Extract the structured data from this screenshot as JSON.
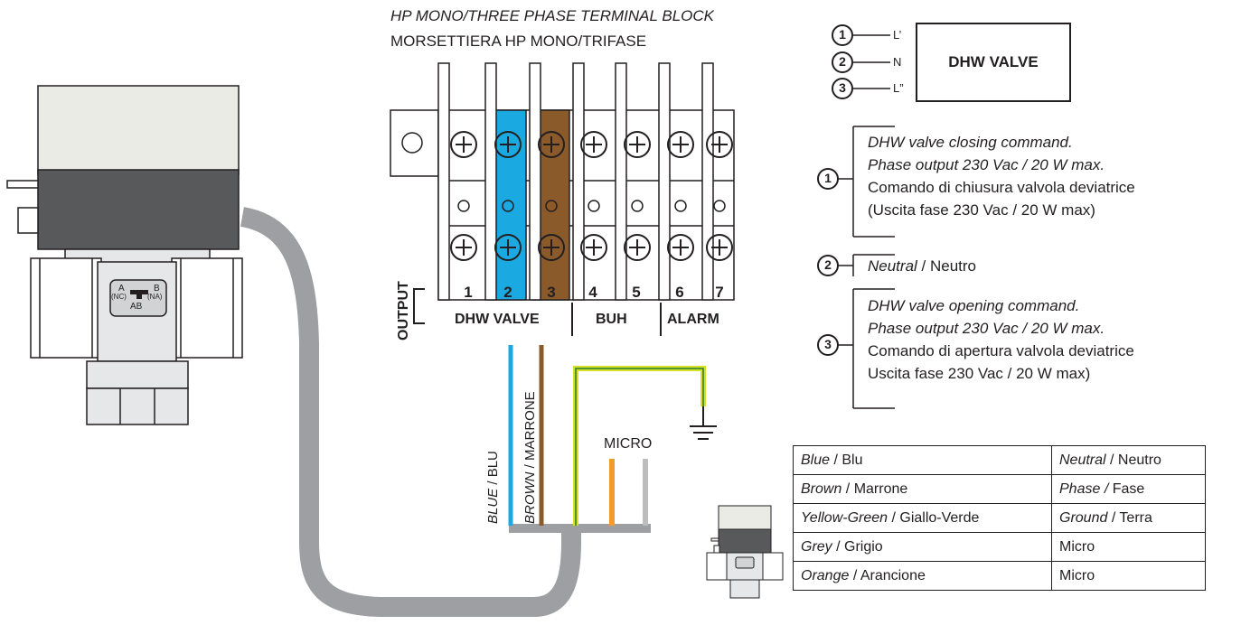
{
  "header": {
    "title_en": "HP MONO/THREE PHASE TERMINAL BLOCK",
    "title_it": "MORSETTIERA HP MONO/TRIFASE"
  },
  "terminal_block": {
    "side_label": "OUTPUT",
    "terminals": [
      "1",
      "2",
      "3",
      "4",
      "5",
      "6",
      "7"
    ],
    "groups": [
      "DHW VALVE",
      "BUH",
      "ALARM"
    ]
  },
  "wires": {
    "blue_en": "BLUE",
    "blue_it": " / BLU",
    "brown_en": "BROWN",
    "brown_it": " / MARRONE",
    "micro": "MICRO"
  },
  "valve_schematic": {
    "box_label": "DHW VALVE",
    "pins": [
      {
        "num": "1",
        "label": "L’"
      },
      {
        "num": "2",
        "label": "N"
      },
      {
        "num": "3",
        "label": "L”"
      }
    ]
  },
  "descriptions": [
    {
      "num": "1",
      "line1": "DHW valve closing command.",
      "line2": "Phase output 230 Vac / 20 W max.",
      "line3": "Comando di chiusura valvola deviatrice",
      "line4": "(Uscita fase 230 Vac / 20 W max)"
    },
    {
      "num": "2",
      "line1_it": "Neutral",
      "line1_rest": " / Neutro"
    },
    {
      "num": "3",
      "line1": "DHW valve opening command.",
      "line2": "Phase output 230 Vac / 20 W max.",
      "line3": "Comando di apertura valvola deviatrice",
      "line4": "Uscita fase 230 Vac / 20 W max)"
    }
  ],
  "valve_marks": {
    "a": "A",
    "nc": "(NC)",
    "b": "B",
    "na": "(NA)",
    "ab": "AB"
  },
  "legend": [
    {
      "color_en": "Blue",
      "color_it": " / Blu",
      "func_en": "Neutral",
      "func_it": " / Neutro"
    },
    {
      "color_en": "Brown",
      "color_it": " / Marrone",
      "func_en": "Phase /",
      "func_it": " Fase"
    },
    {
      "color_en": "Yellow-Green",
      "color_it": " / Giallo-Verde",
      "func_en": "Ground",
      "func_it": " / Terra"
    },
    {
      "color_en": "Grey",
      "color_it": " / Grigio",
      "func_en": "",
      "func_it": "Micro"
    },
    {
      "color_en": "Orange",
      "color_it": " / Arancione",
      "func_en": "",
      "func_it": "Micro"
    }
  ],
  "colors": {
    "blue_wire": "#1ba9e1",
    "brown_wire": "#8b5a2b",
    "yellow_green": "#d7e021",
    "orange_wire": "#f39a2a",
    "grey_wire": "#bdbdbd",
    "cable": "#9d9fa2",
    "actuator_top": "#ebebe6",
    "actuator_bottom": "#58595b",
    "valve_body": "#e6e7e8"
  }
}
